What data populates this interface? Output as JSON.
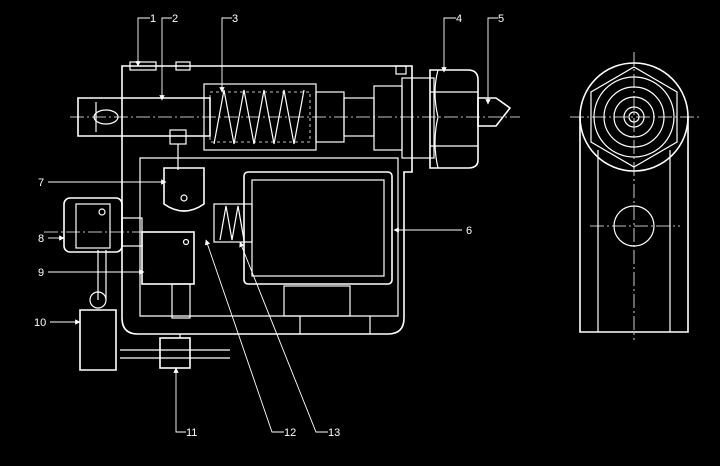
{
  "drawing": {
    "background": "#000000",
    "line_color": "#ffffff",
    "callouts": [
      {
        "id": "1",
        "label": "1"
      },
      {
        "id": "2",
        "label": "2"
      },
      {
        "id": "3",
        "label": "3"
      },
      {
        "id": "4",
        "label": "4"
      },
      {
        "id": "5",
        "label": "5"
      },
      {
        "id": "6",
        "label": "6"
      },
      {
        "id": "7",
        "label": "7"
      },
      {
        "id": "8",
        "label": "8"
      },
      {
        "id": "9",
        "label": "9"
      },
      {
        "id": "10",
        "label": "10"
      },
      {
        "id": "11",
        "label": "11"
      },
      {
        "id": "12",
        "label": "12"
      },
      {
        "id": "13",
        "label": "13"
      }
    ]
  }
}
